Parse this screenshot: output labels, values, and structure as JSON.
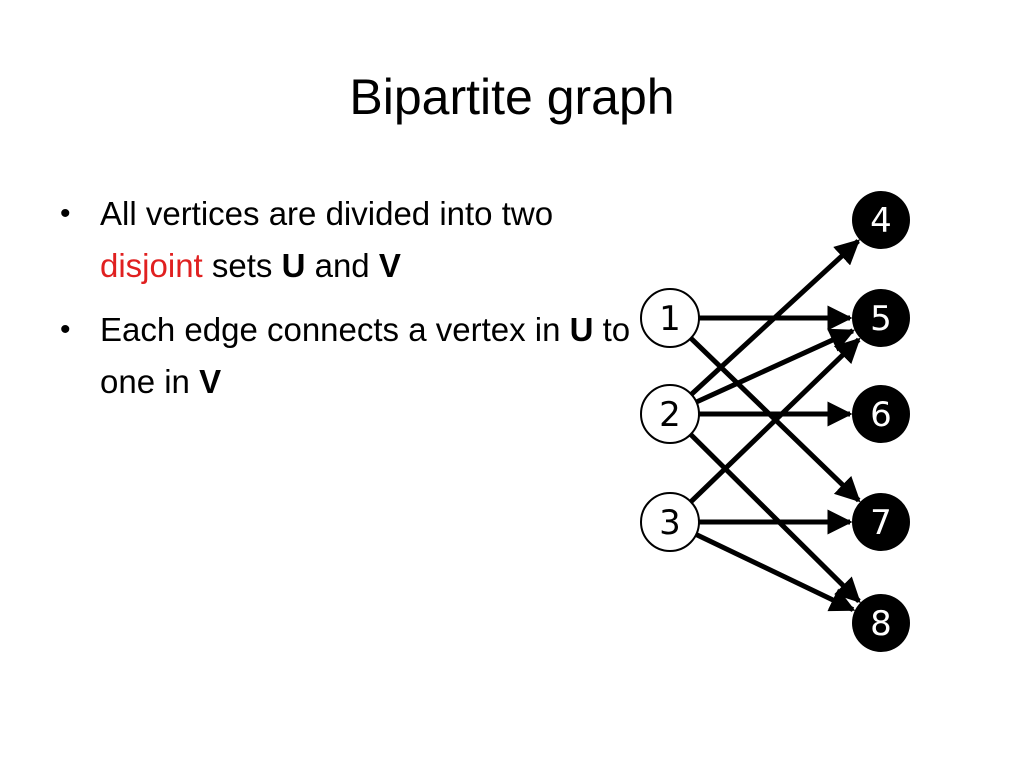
{
  "title": "Bipartite graph",
  "bullets": [
    {
      "part1": "All vertices are divided into two ",
      "part2": "disjoint",
      "part3": " sets ",
      "part4": "U",
      "part5": " and ",
      "part6": "V"
    },
    {
      "part1": "Each edge connects a vertex in ",
      "part2": "U",
      "part3": " to one in ",
      "part4": "V"
    }
  ],
  "colors": {
    "highlight": "#e02020",
    "edge": "#000000",
    "v_fill": "#000000",
    "u_fill": "#ffffff"
  },
  "graph": {
    "u_vertices": [
      "1",
      "2",
      "3"
    ],
    "v_vertices": [
      "4",
      "5",
      "6",
      "7",
      "8"
    ],
    "edges": [
      [
        "1",
        "5"
      ],
      [
        "1",
        "7"
      ],
      [
        "2",
        "4"
      ],
      [
        "2",
        "5"
      ],
      [
        "2",
        "6"
      ],
      [
        "2",
        "8"
      ],
      [
        "3",
        "5"
      ],
      [
        "3",
        "7"
      ],
      [
        "3",
        "8"
      ]
    ]
  }
}
